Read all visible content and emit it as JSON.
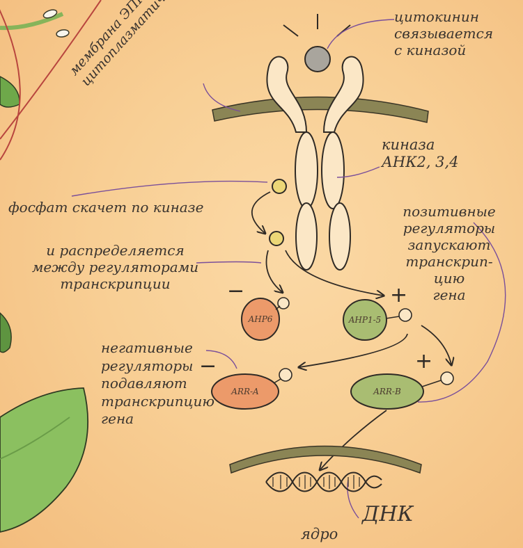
{
  "labels": {
    "membrane": "мембрана ЭПР или\nцитоплазматическая",
    "cytokinin": "цитокинин\nсвязывается\nс киназой",
    "kinase": "киназа\nАНК2, 3,4",
    "phosphate": "фосфат скачет по киназе",
    "distribute": "и распределяется\nмежду регуляторами\nтранскрипции",
    "positive": "позитивные\nрегуляторы\nзапускают\nтранскрип-\nцию\nгена",
    "negative": "негативные\nрегуляторы\nподавляют\nтранскрипцию\nгена",
    "dna": "ДНК",
    "nucleus": "ядро"
  },
  "proteins": {
    "ahp6": "AHP6",
    "ahp15": "AHP1-5",
    "arra": "ARR-A",
    "arrb": "ARR-B"
  },
  "signs": {
    "minus_ahp6": "−",
    "plus_ahp15": "+",
    "minus_arra": "−",
    "plus_arrb": "+"
  },
  "colors": {
    "cytokinin": "#a9a59d",
    "phosphate": "#ecd777",
    "membrane": "#8b8555",
    "negative_protein": "#ec9a6a",
    "positive_protein": "#a9bd72",
    "callout_line": "#7a4f9a",
    "leaf": "#8bc060"
  }
}
